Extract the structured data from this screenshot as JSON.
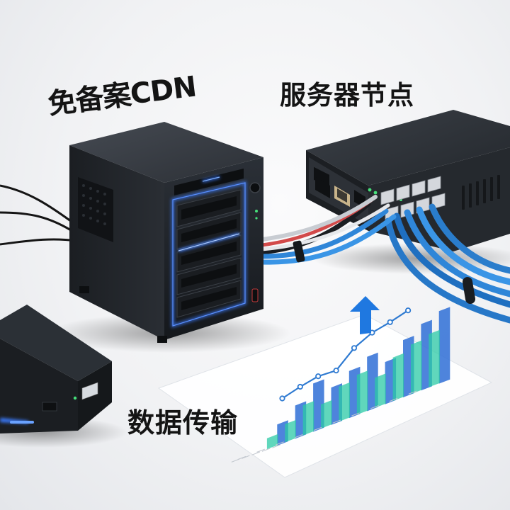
{
  "labels": {
    "cdn": "免备案CDN",
    "server_node": "服务器节点",
    "data_transfer": "数据传输"
  },
  "chart_data": {
    "type": "bar",
    "categories": [
      "",
      "",
      "",
      "",
      "",
      "",
      "",
      "",
      "",
      ""
    ],
    "series": [
      {
        "values": [
          35,
          55,
          80,
          62,
          78,
          90,
          70,
          95,
          110,
          120
        ]
      },
      {
        "values": [
          18,
          30,
          50,
          40,
          58,
          66,
          50,
          72,
          82,
          88
        ]
      }
    ],
    "line": [
      52,
      60,
      66,
      64,
      90,
      104,
      110,
      118
    ],
    "colors": {
      "series0": "#2f6fd6",
      "series1": "#2bc9a6",
      "line": "#2e7ad1"
    }
  },
  "colors": {
    "led_blue": "#3a7bff",
    "cable_blue": "#2f86d8",
    "device_dark": "#1e2227"
  }
}
